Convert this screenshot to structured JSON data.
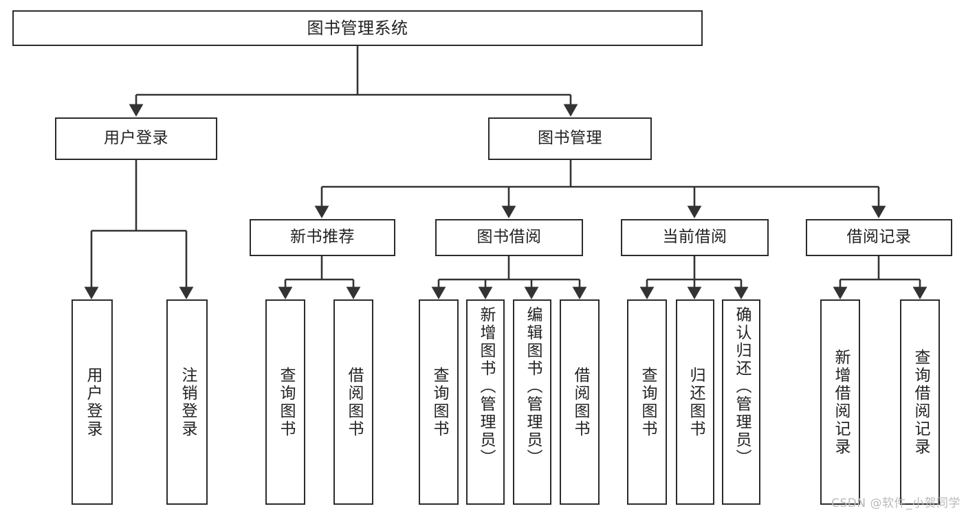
{
  "diagram": {
    "title": "图书管理系统",
    "type": "tree-hierarchy",
    "watermark": "CSDN @软件_小贺同学",
    "colors": {
      "border": "#2b2b2b",
      "text": "#222222",
      "background": "#ffffff",
      "connector": "#333333",
      "watermark": "#b9b9b9"
    },
    "root": {
      "label": "图书管理系统"
    },
    "level2": [
      {
        "label": "用户登录"
      },
      {
        "label": "图书管理"
      }
    ],
    "level3": [
      {
        "label": "新书推荐"
      },
      {
        "label": "图书借阅"
      },
      {
        "label": "当前借阅"
      },
      {
        "label": "借阅记录"
      }
    ],
    "leaves": {
      "user_login": [
        {
          "label": "用户登录"
        },
        {
          "label": "注销登录"
        }
      ],
      "new_book_recommend": [
        {
          "label": "查询图书"
        },
        {
          "label": "借阅图书"
        }
      ],
      "book_borrow": [
        {
          "label": "查询图书"
        },
        {
          "label": "新增图书（管理员）"
        },
        {
          "label": "编辑图书（管理员）"
        },
        {
          "label": "借阅图书"
        }
      ],
      "current_borrow": [
        {
          "label": "查询图书"
        },
        {
          "label": "归还图书"
        },
        {
          "label": "确认归还（管理员）"
        }
      ],
      "borrow_record": [
        {
          "label": "新增借阅记录"
        },
        {
          "label": "查询借阅记录"
        }
      ]
    }
  }
}
